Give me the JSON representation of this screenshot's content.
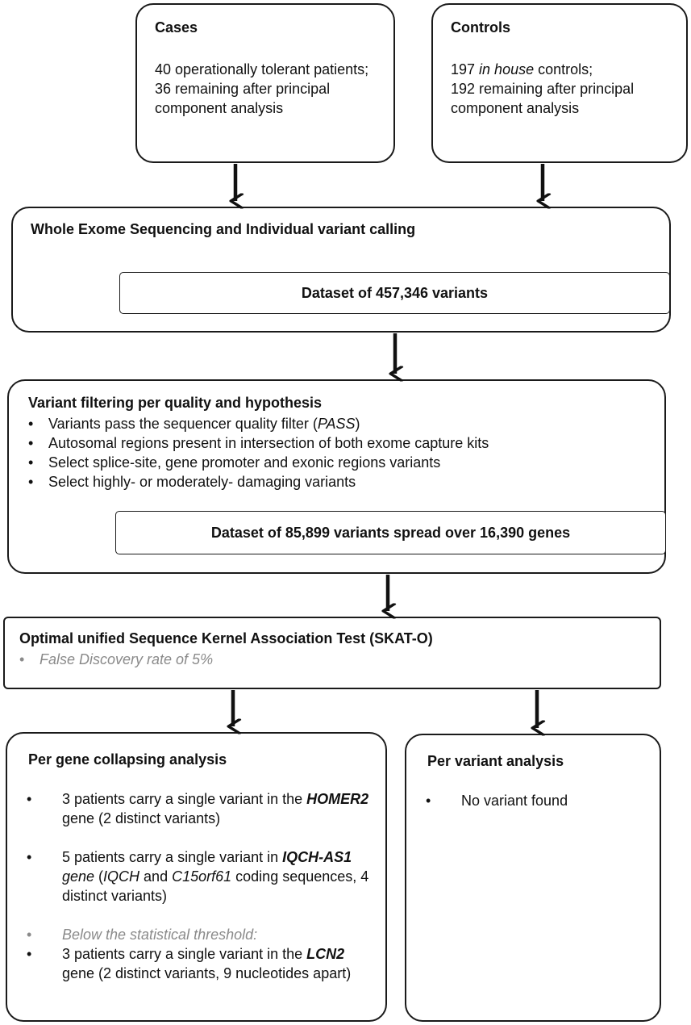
{
  "cases": {
    "title": "Cases",
    "text": "40 operationally tolerant patients; 36 remaining after principal component analysis"
  },
  "controls": {
    "title": "Controls",
    "count": "197 ",
    "italic": "in house",
    "rest": " controls;",
    "line2": "192 remaining after principal component analysis"
  },
  "wes": {
    "title": "Whole Exome Sequencing and Individual variant calling",
    "dataset": "Dataset of 457,346 variants"
  },
  "filtering": {
    "title": "Variant filtering per quality and hypothesis",
    "b1_text": "Variants pass the sequencer quality filter (",
    "b1_italic": "PASS",
    "b1_end": ")",
    "b2": "Autosomal regions present in intersection of both exome capture kits",
    "b3": "Select splice-site, gene promoter and exonic regions variants",
    "b4": "Select highly- or moderately- damaging variants",
    "dataset": "Dataset of 85,899 variants spread over 16,390 genes"
  },
  "skat": {
    "title": "Optimal unified Sequence Kernel Association Test (SKAT-O)",
    "note": "False Discovery rate of 5%"
  },
  "per_gene": {
    "title": "Per gene collapsing analysis",
    "i1_a": "3 patients carry a single variant in the ",
    "i1_gene": "HOMER2",
    "i1_b": " gene  (2 distinct variants)",
    "i2_a": "5 patients carry a single variant in ",
    "i2_gene": "IQCH-AS1",
    "i2_word": " gene",
    "i2_b": " (",
    "i2_it1": "IQCH",
    "i2_c": " and ",
    "i2_it2": "C15orf61",
    "i2_d": " coding sequences, 4 distinct variants)",
    "threshold": "Below the statistical threshold:",
    "i3_a": "3 patients carry a single variant in the ",
    "i3_gene": "LCN2",
    "i3_b": " gene (2 distinct variants, 9 nucleotides apart)"
  },
  "per_variant": {
    "title": "Per variant analysis",
    "item": "No variant found"
  }
}
